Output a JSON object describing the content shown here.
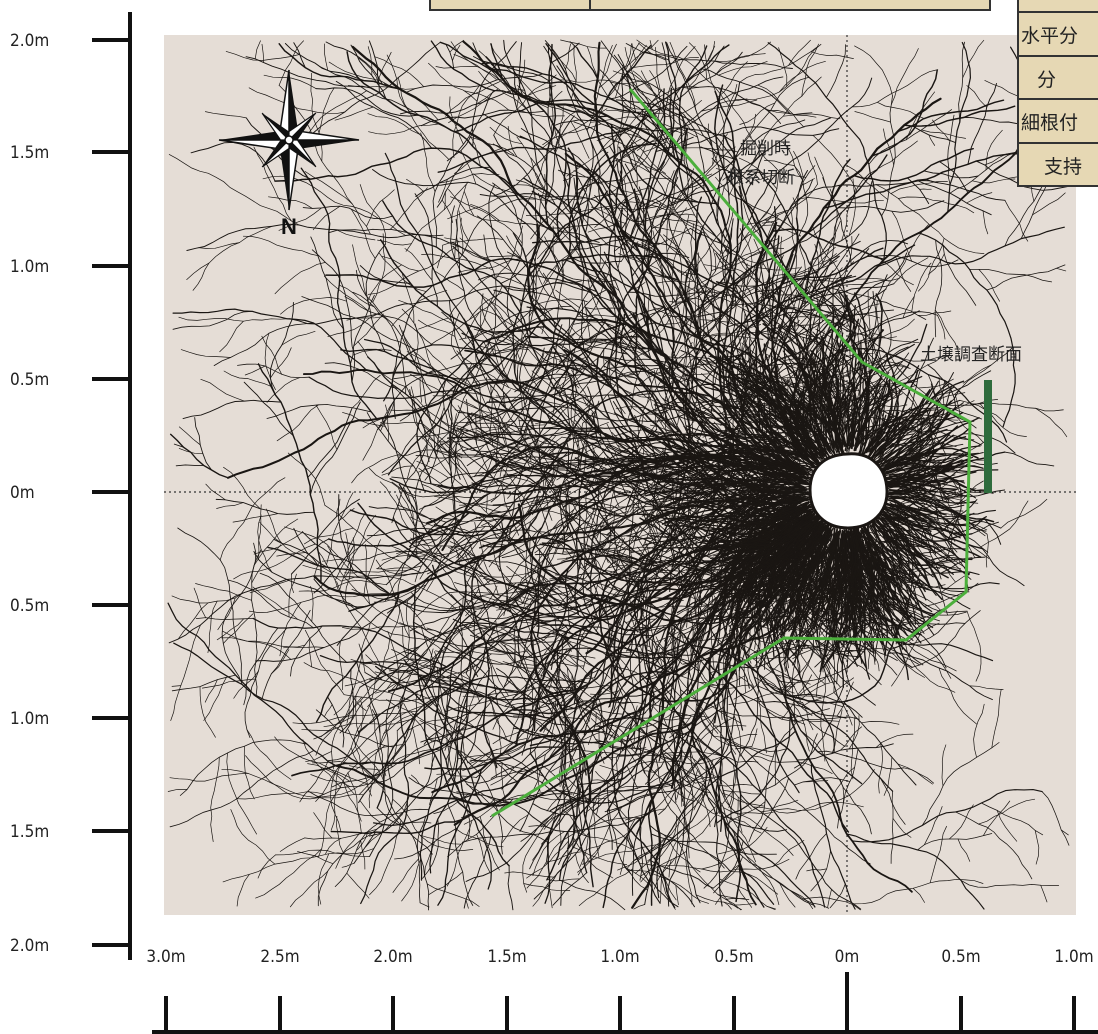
{
  "left_axis": {
    "ticks": [
      "2.0m",
      "1.5m",
      "1.0m",
      "0.5m",
      "0m",
      "0.5m",
      "1.0m",
      "1.5m",
      "2.0m"
    ]
  },
  "bottom_axis": {
    "ticks": [
      "3.0m",
      "2.5m",
      "2.0m",
      "1.5m",
      "1.0m",
      "0.5m",
      "0m",
      "0.5m",
      "1.0m"
    ]
  },
  "compass": {
    "north_label": "N"
  },
  "annotations": {
    "cut_label_line1": "掘削時",
    "cut_label_line2": "根系切断",
    "soil_section_label": "土壌調査断面"
  },
  "legend_table": {
    "rows": [
      "水平分",
      "分",
      "細根付",
      "支持"
    ]
  },
  "colors": {
    "plot_bg": "#e5ddd6",
    "cut_line": "#4caf3c",
    "soil_section": "#2e6b3c",
    "roots": "#1a1613",
    "table_bg": "#e6d8b4"
  }
}
